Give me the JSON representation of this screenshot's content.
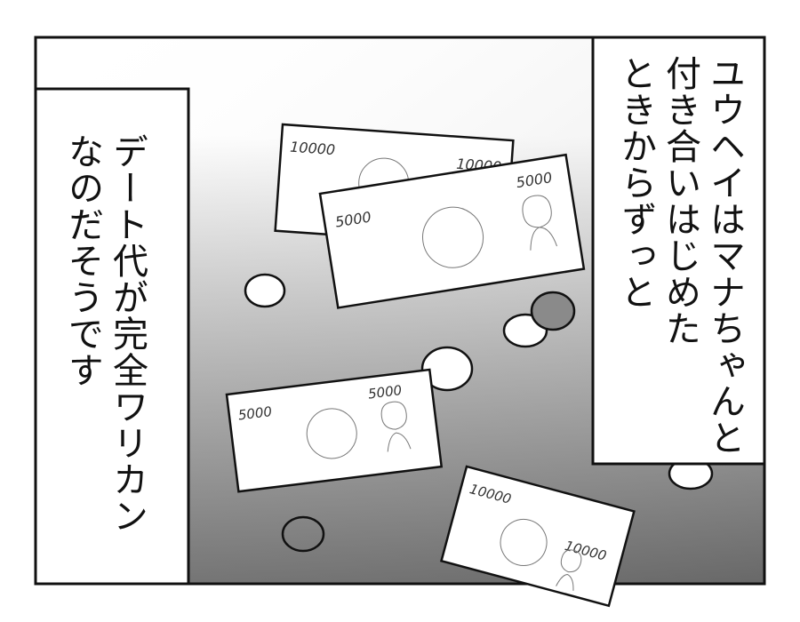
{
  "captions": {
    "left": "デート代が完全ワリカン\nなのだそうです",
    "right": "ユウヘイはマナちゃんと\n付き合いはじめた\nときからずっと"
  },
  "bills": {
    "ten_thousand": "10000",
    "five_thousand": "5000"
  },
  "colors": {
    "ink": "#111111",
    "gradient_light": "#ffffff",
    "gradient_dark": "#6e6e6e",
    "coin_dark": "#8a8a8a"
  }
}
